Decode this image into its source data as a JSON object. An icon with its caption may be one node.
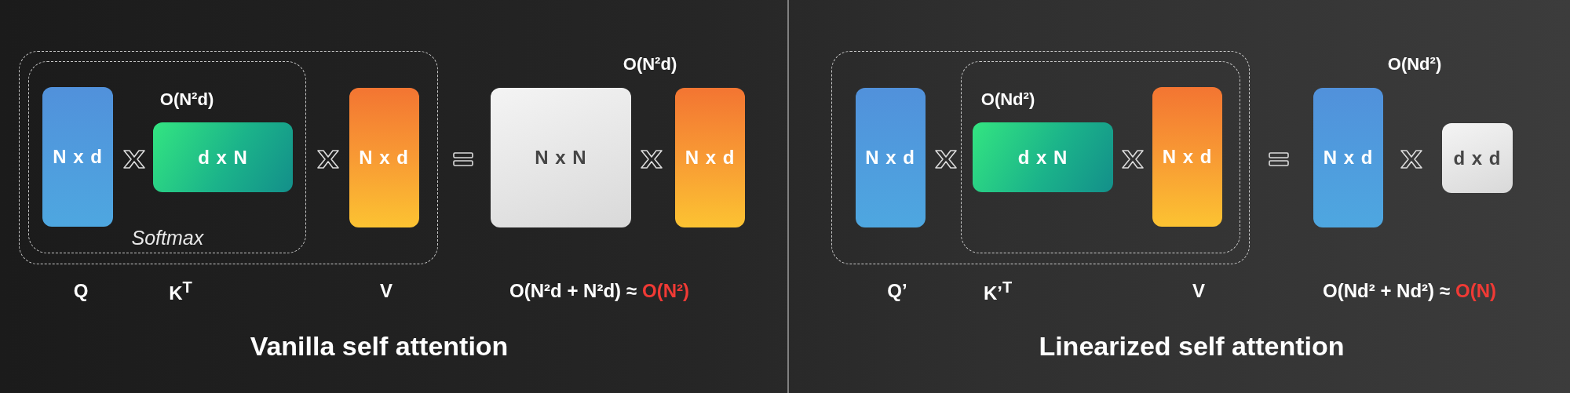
{
  "diagram": {
    "nodes": [
      {
        "text": [],
        "shape": "box"
      },
      {
        "text": [
          "Softmax"
        ],
        "in": 0
      },
      {
        "text": [
          "N x d"
        ],
        "in": 1
      },
      {
        "text": [
          "d x N"
        ],
        "in": 1
      },
      {
        "text": [
          "N x d"
        ],
        "in": 0
      },
      {
        "text": [
          "N x N"
        ]
      },
      {
        "text": [
          "N x d"
        ]
      },
      {
        "text": [],
        "shape": "box"
      },
      {
        "text": [
          "N x d"
        ],
        "in": 7
      },
      {
        "text": [],
        "shape": "box",
        "in": 7
      },
      {
        "text": [
          "d x N"
        ],
        "in": 9
      },
      {
        "text": [
          "N x d"
        ],
        "in": 9
      },
      {
        "text": [
          "N x d"
        ]
      },
      {
        "text": [
          "d x d"
        ]
      }
    ],
    "labels": [
      "O(N²d)",
      "O(N²d)",
      "Q",
      "K$^{T}$",
      "V",
      "O(N²d + N²d) ≈",
      "O(N²)",
      "Vanilla self attention",
      "O(Nd²)",
      "O(Nd²)",
      "Q’",
      "K’$^{T}$",
      "V",
      "O(Nd² + Nd²) ≈",
      "O(N)",
      "Linearized self attention"
    ]
  }
}
